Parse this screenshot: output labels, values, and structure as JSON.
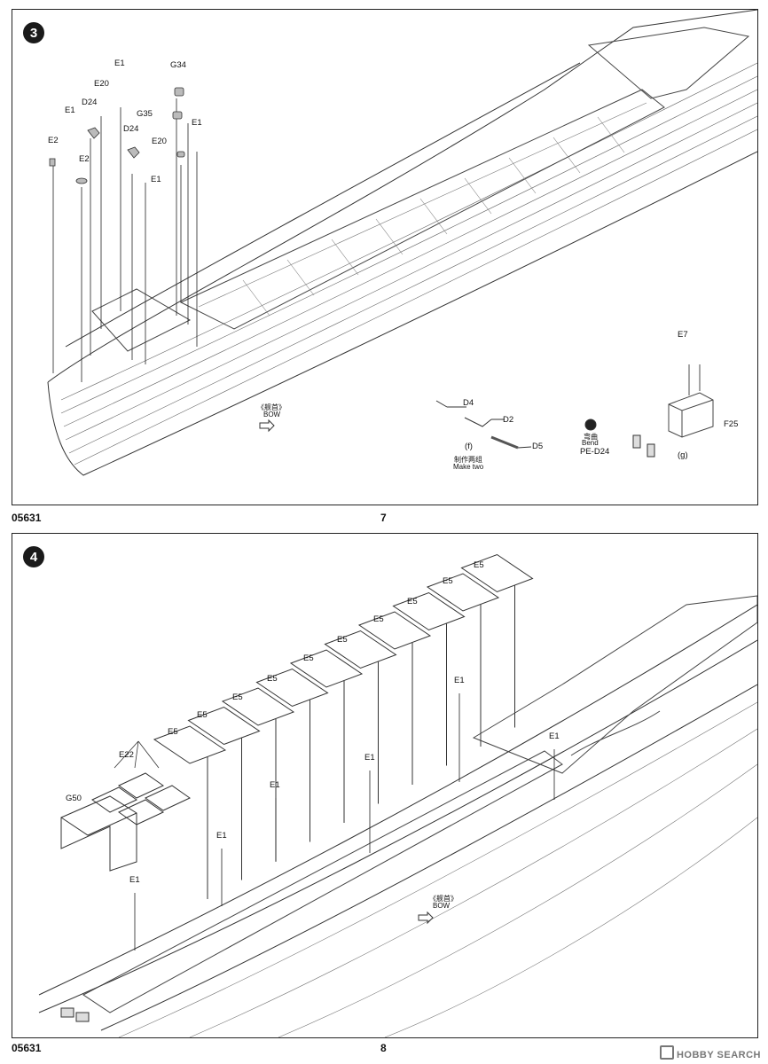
{
  "document": {
    "product_code": "05631"
  },
  "step3": {
    "number": "3",
    "page_number": "7",
    "labels": {
      "e1_a": "E1",
      "g34": "G34",
      "e20_a": "E20",
      "d24_a": "D24",
      "e1_b": "E1",
      "g35": "G35",
      "e1_c": "E1",
      "e2_a": "E2",
      "d24_b": "D24",
      "e20_b": "E20",
      "e2_b": "E2",
      "e1_d": "E1"
    },
    "bow": {
      "chinese": "《舰首》",
      "english": "BOW"
    },
    "sub_f": {
      "d4": "D4",
      "d2": "D2",
      "d5": "D5",
      "caption": "(f)",
      "note_cn": "制作两组",
      "note_en": "Make two"
    },
    "sub_g": {
      "e7": "E7",
      "f25": "F25",
      "bend_cn": "弯曲",
      "bend_en": "Bend",
      "pe_part": "PE-D24",
      "caption": "(g)"
    }
  },
  "step4": {
    "number": "4",
    "page_number": "8",
    "e5_label": "E5",
    "e1_label": "E1",
    "e22": "E22",
    "g50": "G50",
    "bow": {
      "chinese": "《舰首》",
      "english": "BOW"
    }
  },
  "watermark": {
    "text": "HOBBY SEARCH",
    "icon": "hobbysearch-logo-icon"
  }
}
